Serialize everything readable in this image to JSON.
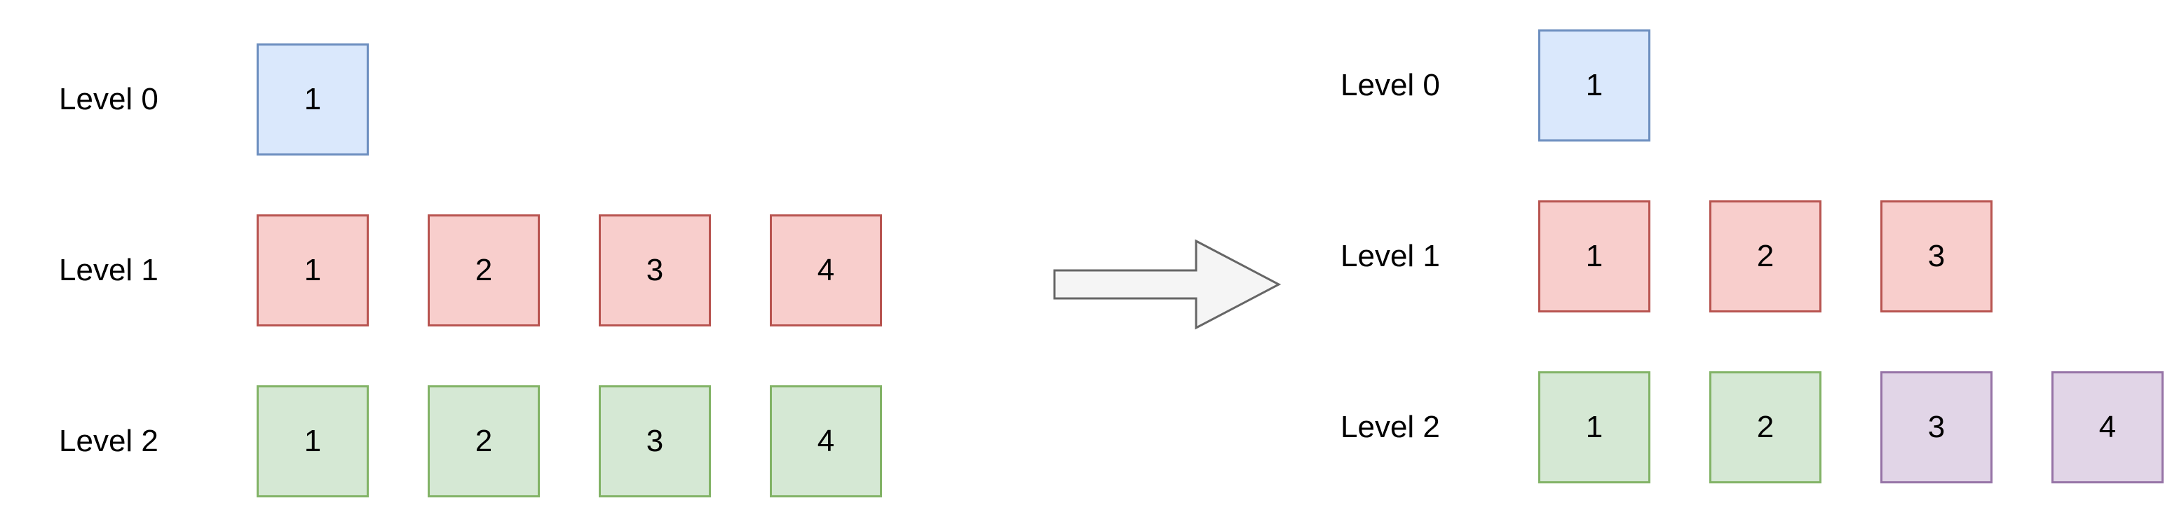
{
  "colors": {
    "blue_fill": "#dae8fc",
    "blue_stroke": "#6c8ebf",
    "red_fill": "#f8cecc",
    "red_stroke": "#b85450",
    "green_fill": "#d5e8d4",
    "green_stroke": "#82b366",
    "purple_fill": "#e1d5e7",
    "purple_stroke": "#9673a6",
    "arrow_fill": "#f5f5f5",
    "arrow_stroke": "#666666"
  },
  "before": {
    "levels": [
      {
        "label": "Level 0",
        "boxes": [
          {
            "text": "1",
            "color": "blue"
          }
        ]
      },
      {
        "label": "Level 1",
        "boxes": [
          {
            "text": "1",
            "color": "red"
          },
          {
            "text": "2",
            "color": "red"
          },
          {
            "text": "3",
            "color": "red"
          },
          {
            "text": "4",
            "color": "red"
          }
        ]
      },
      {
        "label": "Level 2",
        "boxes": [
          {
            "text": "1",
            "color": "green"
          },
          {
            "text": "2",
            "color": "green"
          },
          {
            "text": "3",
            "color": "green"
          },
          {
            "text": "4",
            "color": "green"
          }
        ]
      }
    ]
  },
  "after": {
    "levels": [
      {
        "label": "Level 0",
        "boxes": [
          {
            "text": "1",
            "color": "blue"
          }
        ]
      },
      {
        "label": "Level 1",
        "boxes": [
          {
            "text": "1",
            "color": "red"
          },
          {
            "text": "2",
            "color": "red"
          },
          {
            "text": "3",
            "color": "red"
          }
        ]
      },
      {
        "label": "Level 2",
        "boxes": [
          {
            "text": "1",
            "color": "green"
          },
          {
            "text": "2",
            "color": "green"
          },
          {
            "text": "3",
            "color": "purple"
          },
          {
            "text": "4",
            "color": "purple"
          }
        ]
      }
    ]
  }
}
